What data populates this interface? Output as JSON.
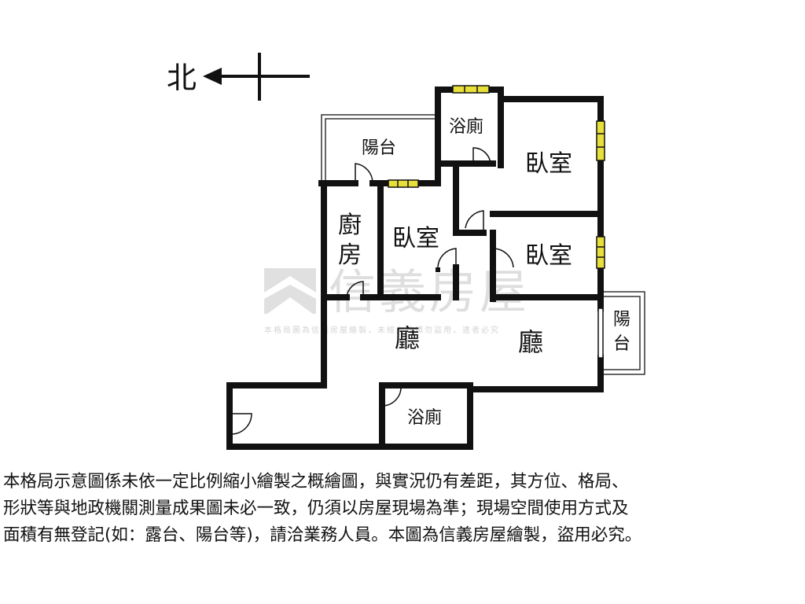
{
  "compass": {
    "label": "北"
  },
  "rooms": {
    "balcony_top": "陽台",
    "bath_top": "浴廁",
    "bedroom_ne": "臥室",
    "kitchen_line1": "廚",
    "kitchen_line2": "房",
    "bedroom_mid": "臥室",
    "bedroom_east": "臥室",
    "balcony_east_line1": "陽",
    "balcony_east_line2": "台",
    "living_left": "廳",
    "living_right": "廳",
    "bath_bottom": "浴廁"
  },
  "watermark": {
    "brand": "信義房屋",
    "notice": "本格局圖為信義房屋繪製，未經允許請勿盜用，違者必究"
  },
  "disclaimer": {
    "line1": "本格局示意圖係未依一定比例縮小繪製之概繪圖，與實況仍有差距，其方位、格局、",
    "line2": "形狀等與地政機關測量成果圖未必一致，仍須以房屋現場為準；現場空間使用方式及",
    "line3": "面積有無登記(如：露台、陽台等)，請洽業務人員。本圖為信義房屋繪製，盜用必究。"
  },
  "colors": {
    "wall": "#111111",
    "window": "#e8e03a",
    "watermark": "#cfcfcf"
  }
}
